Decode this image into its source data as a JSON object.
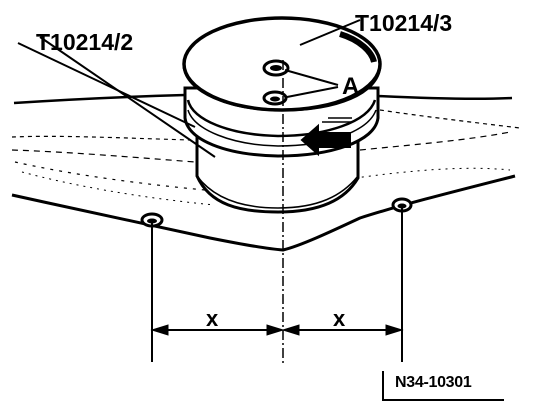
{
  "labels": {
    "tool_2": "T10214/2",
    "tool_3": "T10214/3",
    "point_a": "A",
    "distance_left": "x",
    "distance_right": "x"
  },
  "figure_ref": "N34-10301"
}
